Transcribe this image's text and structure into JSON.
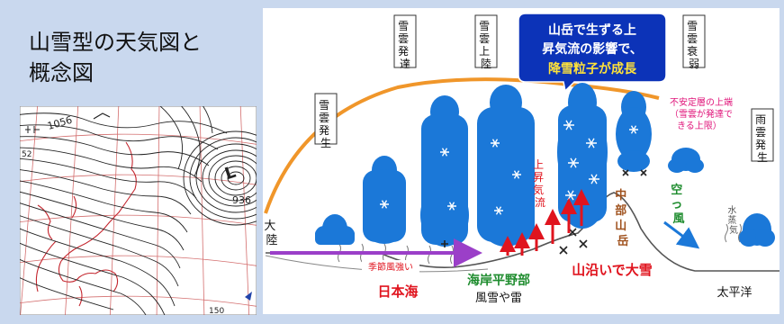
{
  "title": {
    "line1": "山雪型の天気図と",
    "line2": "概念図"
  },
  "weather_map": {
    "labels": {
      "isobar_1056": "1056",
      "low_mark": "L",
      "low_pressure": "936",
      "isobar_left": "52",
      "isobar_bottom": "150"
    }
  },
  "diagram": {
    "stage_boxes": {
      "cloud_birth": "雪雲発生",
      "cloud_develop": "雪雲発達",
      "cloud_landfall": "雪雲上陸",
      "cloud_weaken": "雪雲衰弱",
      "rain_cloud": "雨雲発生"
    },
    "callout": {
      "line1": "山岳で生ずる上",
      "line2": "昇気流の影響で、",
      "line3": "降雪粒子が成長"
    },
    "unstable_layer_note": {
      "line1": "不安定層の上端",
      "line2": "（雪雲が発達で",
      "line3": "きる上限）"
    },
    "labels": {
      "continent": "大陸",
      "monsoon": "季節風強い",
      "sea_of_japan": "日本海",
      "coastal_plain": "海岸平野部",
      "wind_snow_thunder": "風雪や雷",
      "updraft": "上昇気流",
      "central_mountains": "中部山岳",
      "heavy_snow_mountains": "山沿いで大雪",
      "dry_wind": "空っ風",
      "water_vapor": "水蒸気",
      "pacific": "太平洋"
    },
    "colors": {
      "cloud_blue": "#1b78d8",
      "orange_curve": "#f0962a",
      "monsoon_arrow": "#9b3fc8",
      "red_text": "#e0141e",
      "green_text": "#1e8c2e",
      "brown_text": "#a0521e",
      "pink_text": "#e0147a",
      "navy_callout": "#0c33b8",
      "yellow_text": "#ffe23a"
    }
  }
}
